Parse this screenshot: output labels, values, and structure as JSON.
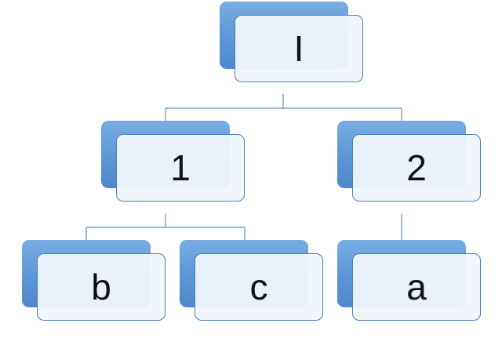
{
  "nodes": {
    "root": {
      "label": "I"
    },
    "one": {
      "label": "1"
    },
    "two": {
      "label": "2"
    },
    "b": {
      "label": "b"
    },
    "c": {
      "label": "c"
    },
    "a": {
      "label": "a"
    }
  },
  "colors": {
    "box_fill": "#5b96d6",
    "front_fill": "#f0f5fc",
    "line": "#4a7fbf"
  }
}
